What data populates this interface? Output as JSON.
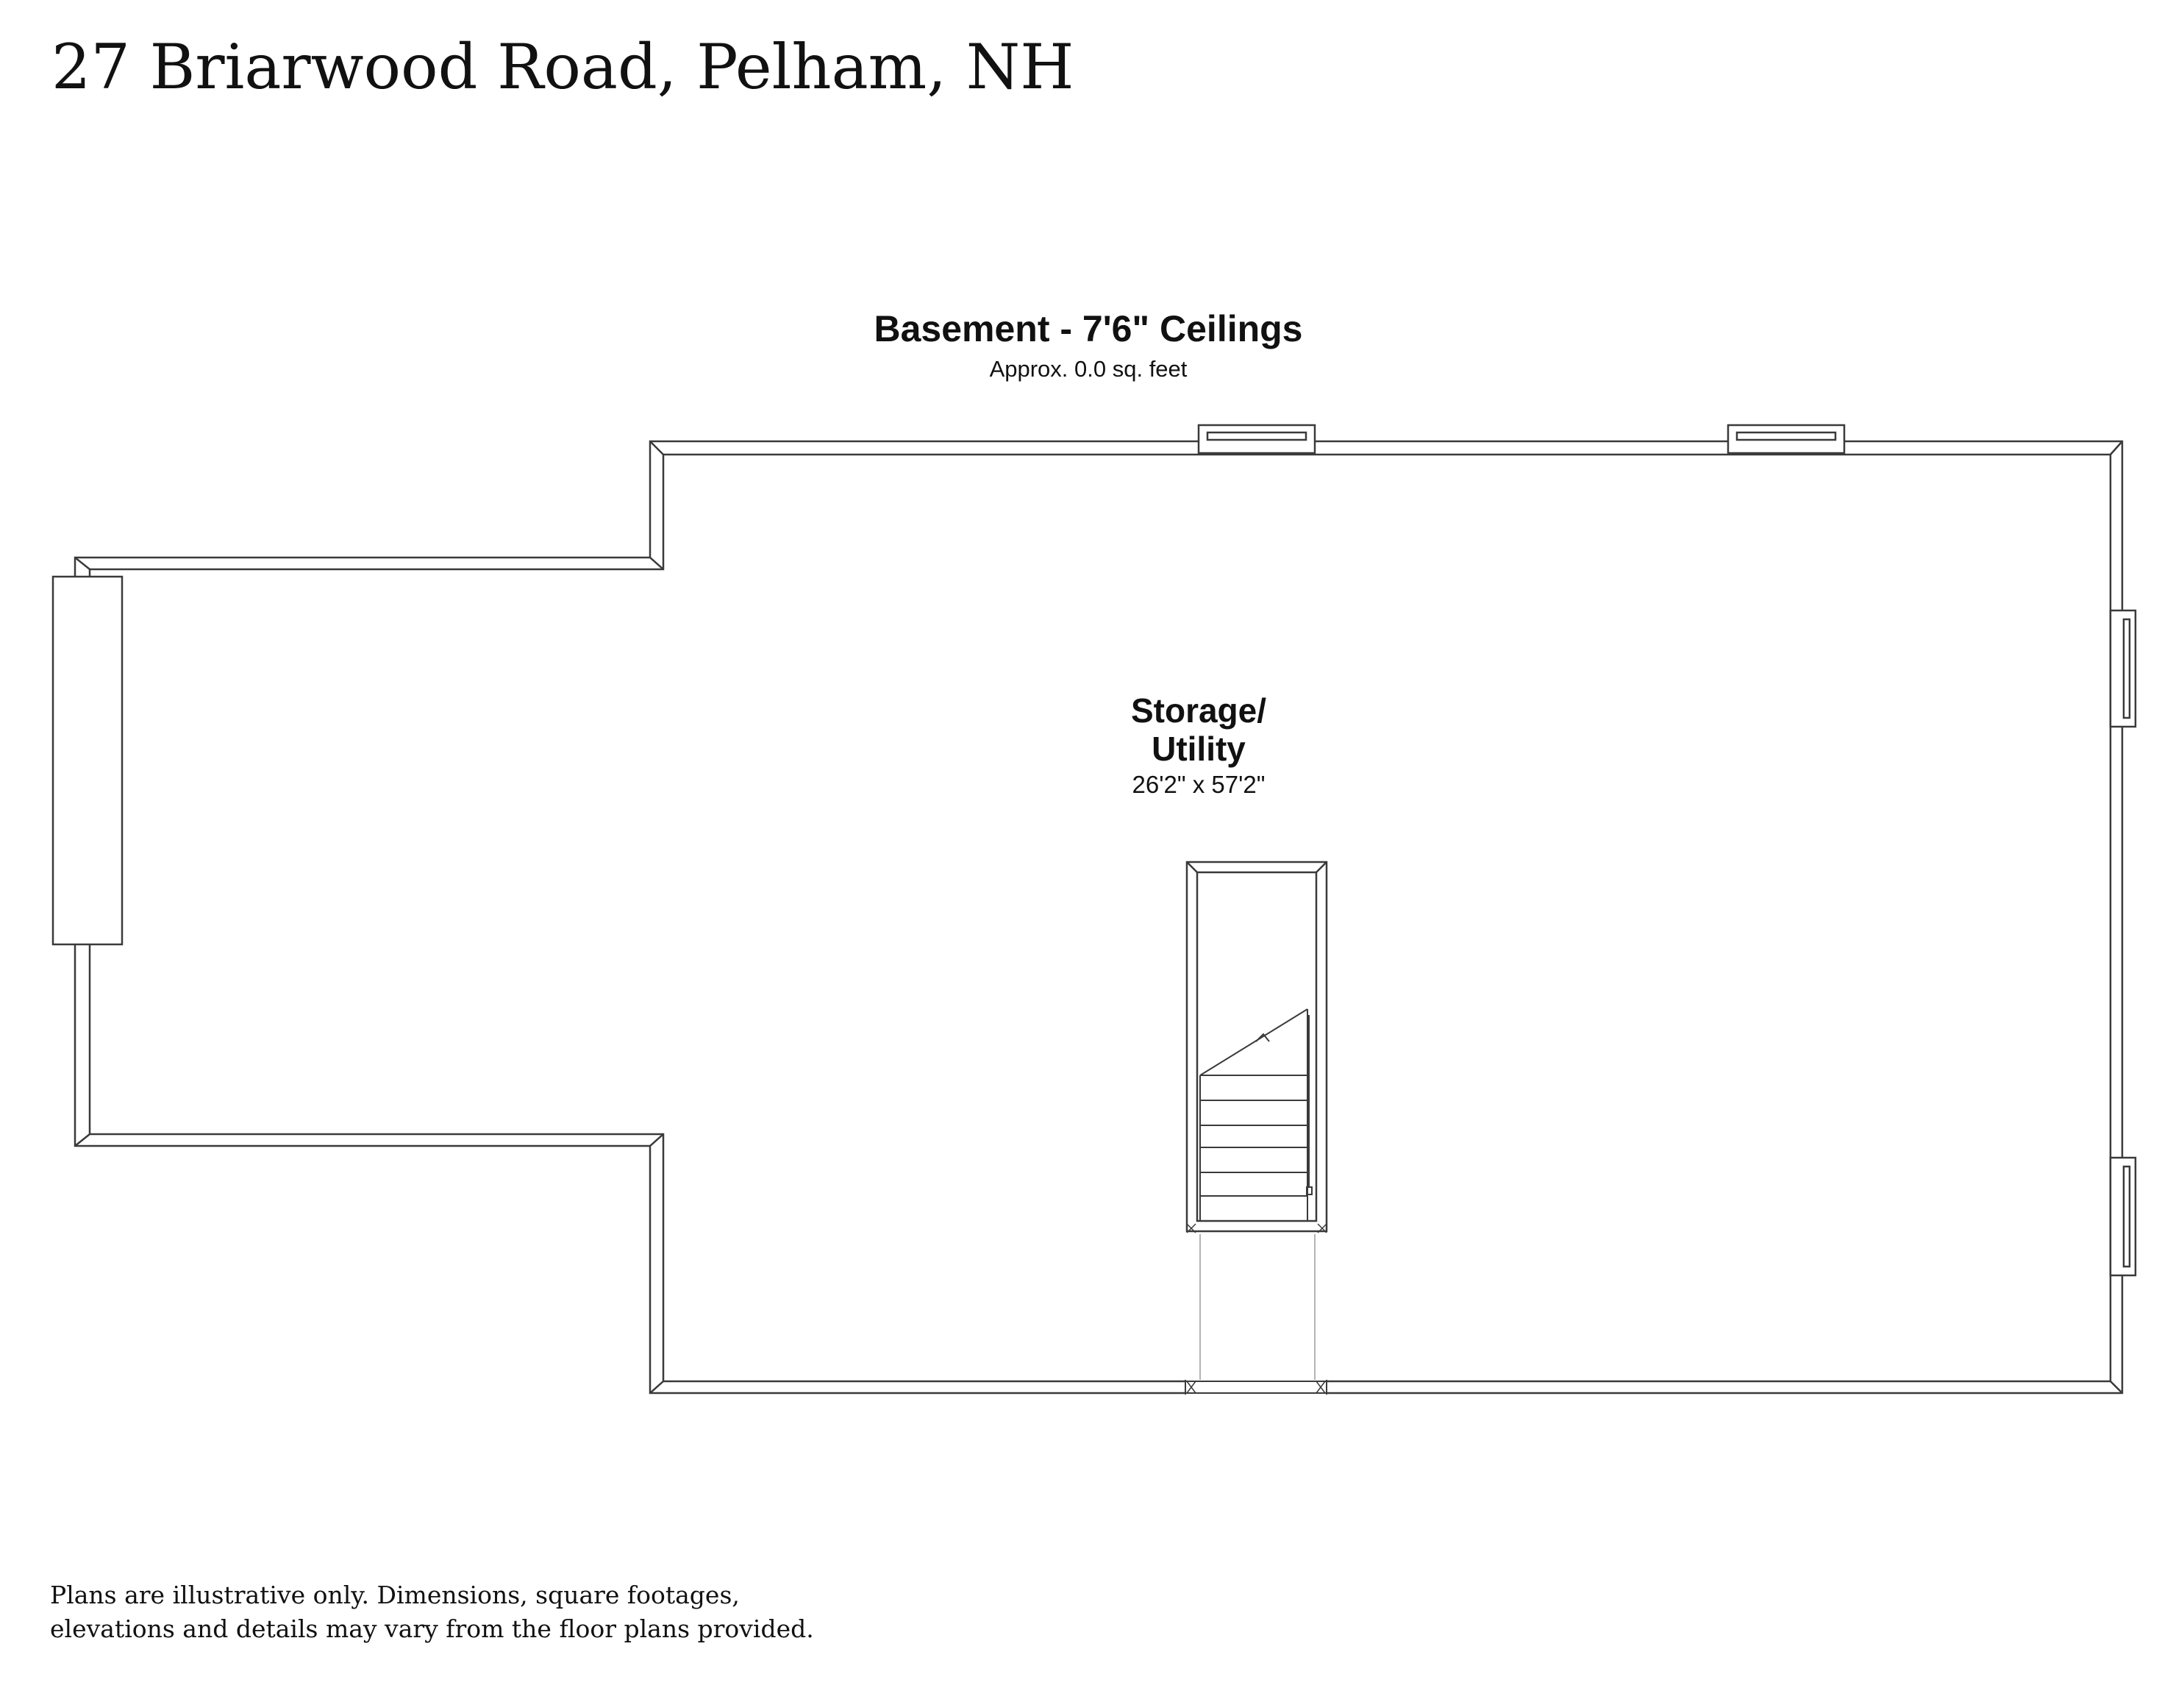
{
  "header": {
    "address": "27 Briarwood Road, Pelham, NH"
  },
  "floor": {
    "heading": "Basement - 7'6\" Ceilings",
    "area": "Approx. 0.0 sq. feet"
  },
  "room": {
    "name_line1": "Storage/",
    "name_line2": "Utility",
    "dimensions": "26'2\" x 57'2\""
  },
  "footer": {
    "disclaimer_line1": "Plans are illustrative only. Dimensions, square footages,",
    "disclaimer_line2": "elevations and details may vary from the floor plans provided."
  },
  "colors": {
    "wall_stroke": "#3a3a3a",
    "background": "#ffffff",
    "text": "#111111"
  }
}
